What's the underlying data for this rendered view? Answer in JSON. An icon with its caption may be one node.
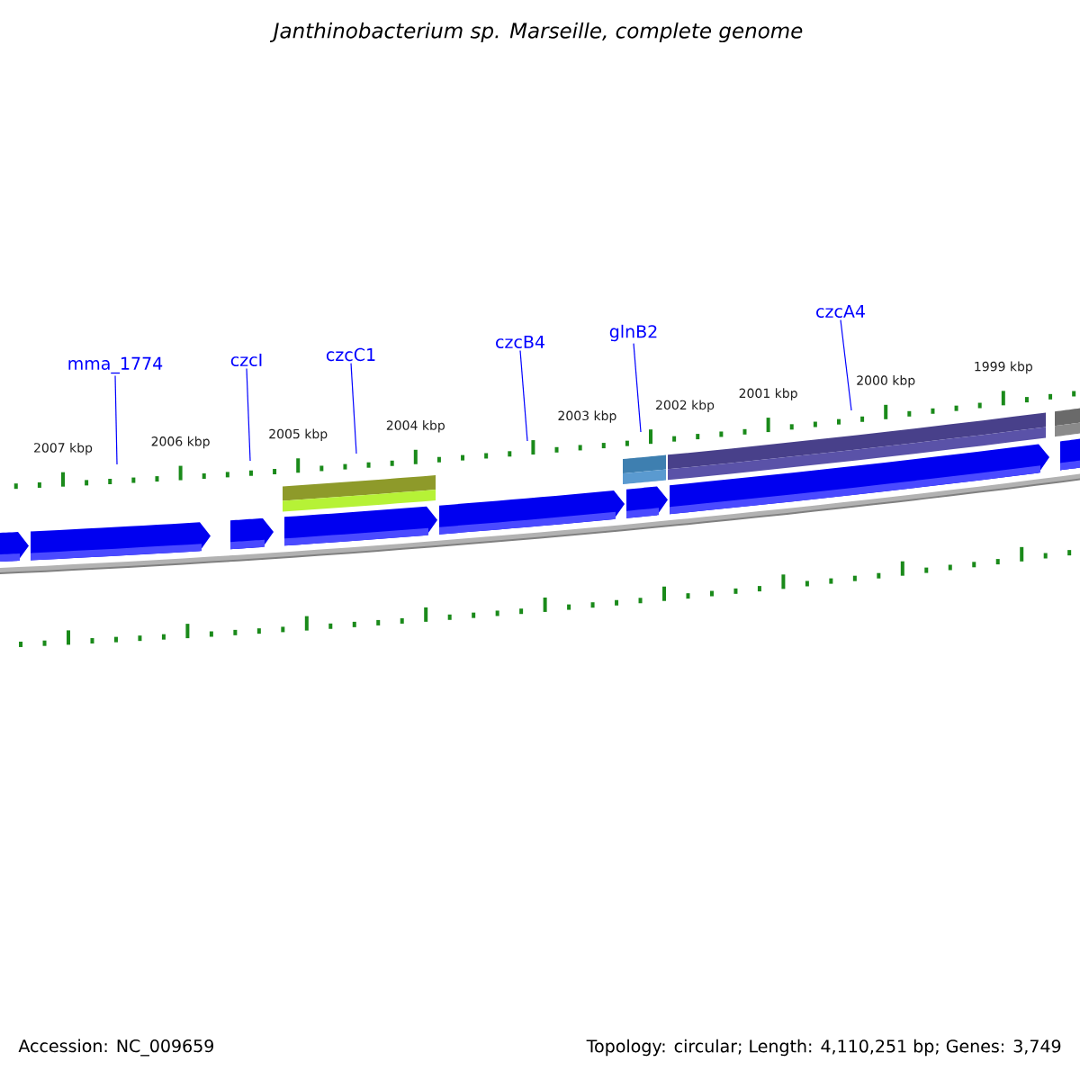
{
  "diagram": {
    "title": "Janthinobacterium sp. Marseille, complete genome",
    "nodes": [
      {
        "text": [
          "mma_1774"
        ]
      },
      {
        "text": [
          "czcI"
        ]
      },
      {
        "text": [
          "czcC1"
        ]
      },
      {
        "text": [
          "czcB4"
        ]
      },
      {
        "text": [
          "glnB2"
        ]
      },
      {
        "text": [
          "czcA4"
        ]
      }
    ],
    "edges": [
      {
        "from": 0,
        "to": null,
        "arrow": "none"
      },
      {
        "from": 1,
        "to": null,
        "arrow": "none"
      },
      {
        "from": 2,
        "to": null,
        "arrow": "none"
      },
      {
        "from": 3,
        "to": null,
        "arrow": "none"
      },
      {
        "from": 4,
        "to": null,
        "arrow": "none"
      },
      {
        "from": 5,
        "to": null,
        "arrow": "none"
      }
    ],
    "labels": [
      "2007 kbp",
      "2006 kbp",
      "2005 kbp",
      "2004 kbp",
      "2003 kbp",
      "2002 kbp",
      "2001 kbp",
      "2000 kbp",
      "1999 kbp",
      "Accession: NC_009659",
      "Topology: circular; Length: 4,110,251 bp; Genes: 3,749"
    ]
  }
}
